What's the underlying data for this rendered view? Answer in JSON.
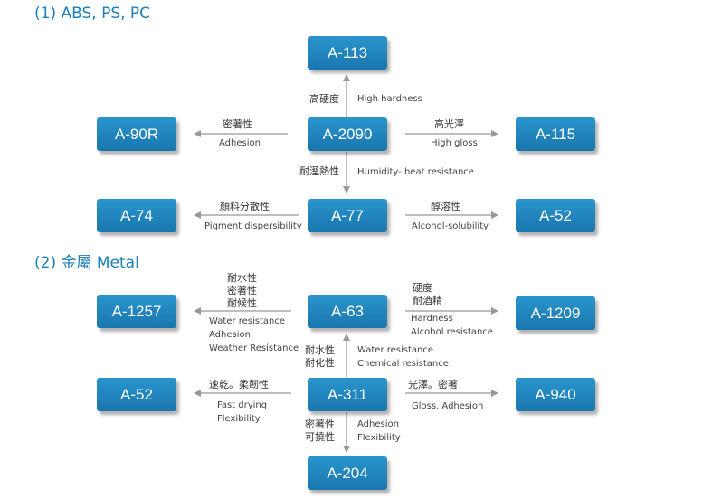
{
  "sections": [
    {
      "title": "(1)  ABS, PS, PC"
    },
    {
      "title": "(2) 金屬 Metal"
    }
  ],
  "nodes": {
    "a113": "A-113",
    "a90r": "A-90R",
    "a2090": "A-2090",
    "a115": "A-115",
    "a74": "A-74",
    "a77": "A-77",
    "a52_top": "A-52",
    "a1257": "A-1257",
    "a63": "A-63",
    "a1209": "A-1209",
    "a52_bottom": "A-52",
    "a311": "A-311",
    "a940": "A-940",
    "a204": "A-204"
  },
  "edges": {
    "e2090_113": {
      "zh": [
        "高硬度"
      ],
      "en": [
        "High hardness"
      ]
    },
    "e2090_90r": {
      "zh": [
        "密著性"
      ],
      "en": [
        "Adhesion"
      ]
    },
    "e2090_115": {
      "zh": [
        "高光澤"
      ],
      "en": [
        "High gloss"
      ]
    },
    "e2090_77": {
      "zh": [
        "耐溼熱性"
      ],
      "en": [
        "Humidity- heat resistance"
      ]
    },
    "e77_74": {
      "zh": [
        "顏料分散性"
      ],
      "en": [
        "Pigment dispersibility"
      ]
    },
    "e77_52": {
      "zh": [
        "醇溶性"
      ],
      "en": [
        "Alcohol-solubility"
      ]
    },
    "e63_1257": {
      "zh": [
        "耐水性",
        "密著性",
        "耐候性"
      ],
      "en": [
        "Water resistance",
        "Adhesion",
        "Weather Resistance"
      ]
    },
    "e63_1209": {
      "zh": [
        "硬度",
        "耐酒精"
      ],
      "en": [
        "Hardness",
        "Alcohol resistance"
      ]
    },
    "e311_63": {
      "zh": [
        "耐水性",
        "耐化性"
      ],
      "en": [
        "Water resistance",
        "Chemical resistance"
      ]
    },
    "e311_52": {
      "zh": [
        "速乾。柔韌性"
      ],
      "en": [
        "Fast drying",
        "Flexibility"
      ]
    },
    "e311_940": {
      "zh": [
        "光澤。密著"
      ],
      "en": [
        "Gloss. Adhesion"
      ]
    },
    "e311_204": {
      "zh": [
        "密著性",
        "可撓性"
      ],
      "en": [
        "Adhesion",
        "Flexibility"
      ]
    }
  },
  "colors": {
    "box": "#1f86c1",
    "title": "#1b7fb8",
    "arrow": "#999999"
  }
}
